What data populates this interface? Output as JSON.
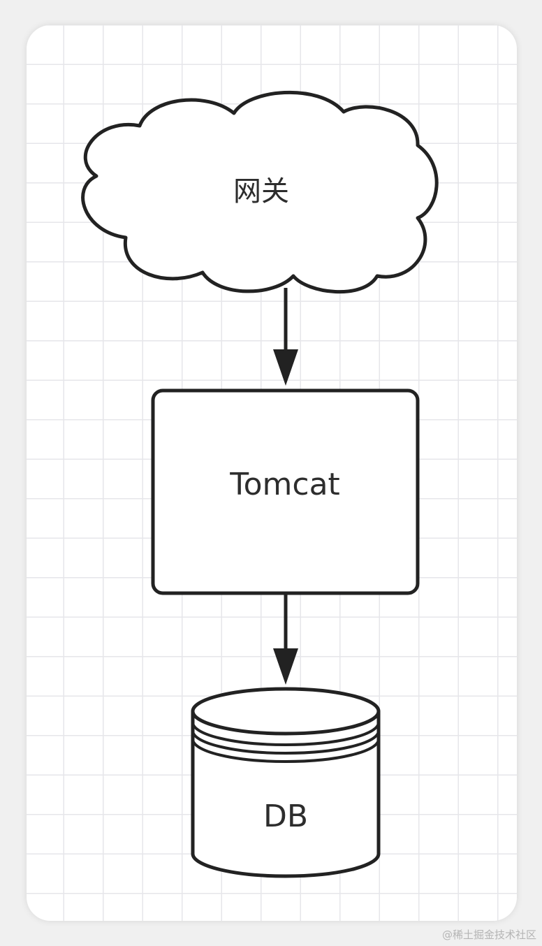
{
  "nodes": {
    "gateway": {
      "label": "网关",
      "shape": "cloud"
    },
    "tomcat": {
      "label": "Tomcat",
      "shape": "rounded-rectangle"
    },
    "db": {
      "label": "DB",
      "shape": "cylinder"
    }
  },
  "edges": [
    {
      "from": "gateway",
      "to": "tomcat"
    },
    {
      "from": "tomcat",
      "to": "db"
    }
  ],
  "watermark": "@稀土掘金技术社区",
  "colors": {
    "stroke": "#222222",
    "grid": "#e6e6ea",
    "background": "#ffffff",
    "page": "#f0f0f0",
    "text": "#2d2d2d"
  }
}
